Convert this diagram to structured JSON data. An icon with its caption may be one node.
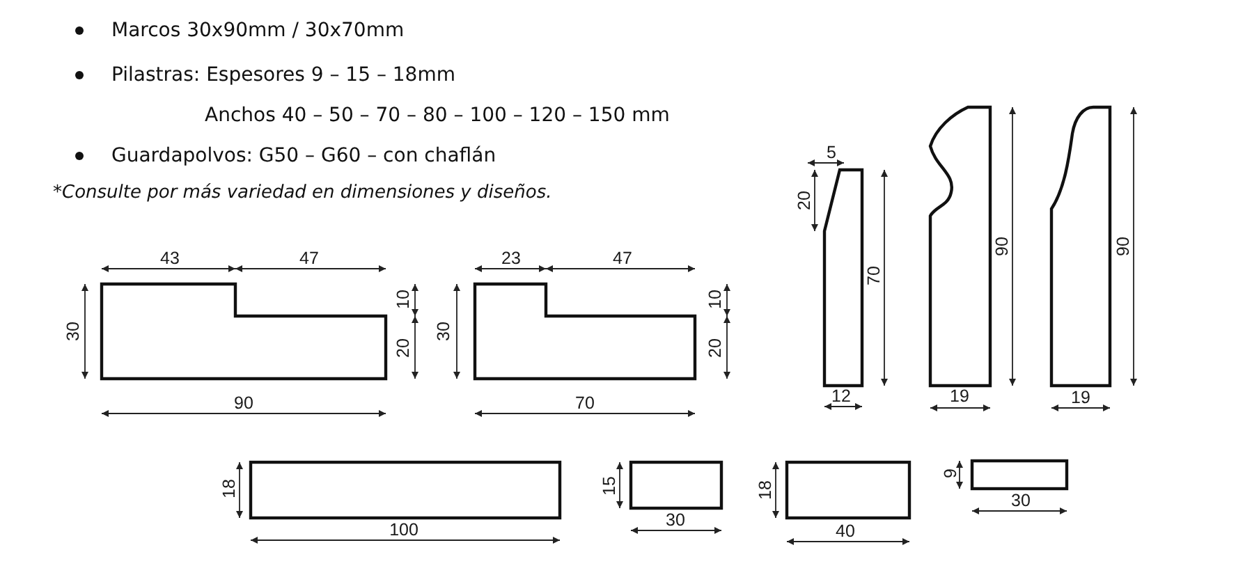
{
  "diagram": {
    "nodes": [
      {
        "text": [],
        "shape": "profile"
      },
      {
        "text": [],
        "shape": "profile"
      },
      {
        "text": [],
        "shape": "profile"
      },
      {
        "text": [],
        "shape": "profile"
      },
      {
        "text": [],
        "shape": "profile"
      },
      {
        "text": [],
        "shape": "box"
      },
      {
        "text": [],
        "shape": "box"
      },
      {
        "text": [],
        "shape": "box"
      },
      {
        "text": [],
        "shape": "box"
      }
    ],
    "labels": [
      "Marcos 30x90mm / 30x70mm",
      "Pilastras: Espesores 9 – 15 – 18mm",
      "Anchos 40 – 50 – 70 – 80 – 100 – 120 – 150 mm",
      "Guardapolvos: G50 – G60 – con chaflán",
      "*Consulte por más variedad en dimensiones y diseños.",
      "43",
      "47",
      "30",
      "10",
      "20",
      "90",
      "23",
      "47",
      "30",
      "10",
      "20",
      "70",
      "5",
      "20",
      "70",
      "90",
      "90",
      "12",
      "19",
      "19",
      "18",
      "15",
      "18",
      "9",
      "100",
      "30",
      "40",
      "30"
    ]
  }
}
